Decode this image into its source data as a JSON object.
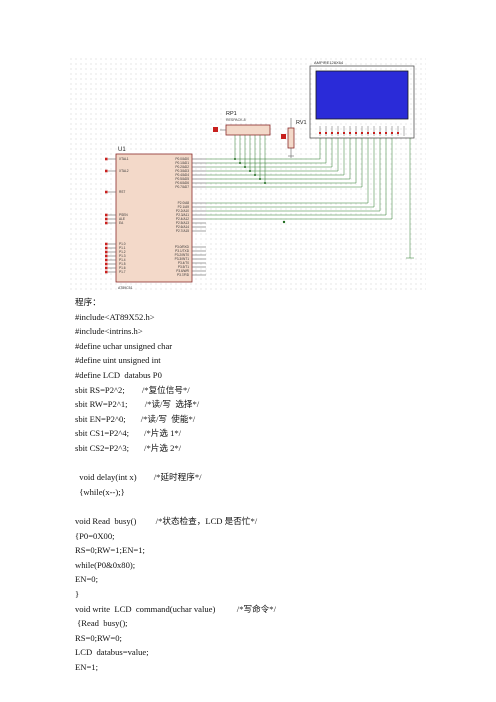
{
  "schematic": {
    "lcd_label": "AMPIRE128X64",
    "rp_label": "RP1",
    "rp_sub": "RESPACK-8",
    "rv_label": "RV1",
    "mcu_label": "U1",
    "mcu_part": "AT89C51",
    "left_pins": [
      "XTAL1",
      "XTAL2",
      "RST",
      "PSEN",
      "ALE",
      "EA",
      "P1.0",
      "P1.1",
      "P1.2",
      "P1.3",
      "P1.4",
      "P1.5",
      "P1.6",
      "P1.7"
    ],
    "right_pins": [
      "P0.0/AD0",
      "P0.1/AD1",
      "P0.2/AD2",
      "P0.3/AD3",
      "P0.4/AD4",
      "P0.5/AD5",
      "P0.6/AD6",
      "P0.7/AD7",
      "P2.0/A8",
      "P2.1/A9",
      "P2.2/A10",
      "P2.3/A11",
      "P2.4/A12",
      "P2.5/A13",
      "P2.6/A14",
      "P2.7/A15",
      "P3.0/RXD",
      "P3.1/TXD",
      "P3.2/INT0",
      "P3.3/INT1",
      "P3.4/T0",
      "P3.5/T1",
      "P3.6/WR",
      "P3.7/RD"
    ]
  },
  "code": [
    "程序：",
    "#include<AT89X52.h>",
    "#include<intrins.h>",
    "#define uchar unsigned char",
    "#define uint unsigned int",
    "#define LCD  databus P0",
    "sbit RS=P2^2;        /*复位信号*/",
    "sbit RW=P2^1;        /*读/写  选择*/",
    "sbit EN=P2^0;       /*读/写  使能*/",
    "sbit CS1=P2^4;       /*片选 1*/",
    "sbit CS2=P2^3;       /*片选 2*/",
    "",
    "  void delay(int x)        /*延时程序*/",
    "  {while(x--);}",
    "",
    "void Read  busy()         /*状态检查，LCD 是否忙*/",
    "{P0=0X00;",
    "RS=0;RW=1;EN=1;",
    "while(P0&0x80);",
    "EN=0;",
    "}",
    "void write  LCD  command(uchar value)          /*写命令*/",
    " {Read  busy();",
    "RS=0;RW=0;",
    "LCD  databus=value;",
    "EN=1;"
  ]
}
